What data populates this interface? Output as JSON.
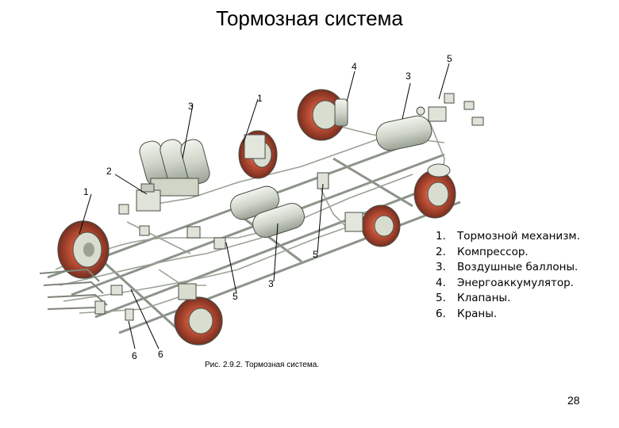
{
  "title": "Тормозная система",
  "callouts": {
    "c4_top": "4",
    "c3_top": "3",
    "c5_top": "5",
    "c1_upper": "1",
    "c3_left": "3",
    "c2": "2",
    "c1_left": "1",
    "c5_mid": "5",
    "c3_bottom": "3",
    "c5_bottom": "5",
    "c6_left": "6",
    "c6_right": "6"
  },
  "legend": [
    {
      "num": "1.",
      "text": "Тормозной механизм."
    },
    {
      "num": "2.",
      "text": "Компрессор."
    },
    {
      "num": "3.",
      "text": "Воздушные баллоны."
    },
    {
      "num": "4.",
      "text": "Энергоаккумулятор."
    },
    {
      "num": "5.",
      "text": "Клапаны."
    },
    {
      "num": "6.",
      "text": "Краны."
    }
  ],
  "caption": "Рис. 2.9.2. Тормозная система.",
  "page_number": "28",
  "colors": {
    "brake_drum": "#c8553a",
    "metal": "#d8ddd0",
    "pipe": "#8c948a",
    "outline": "#4a4f48"
  }
}
